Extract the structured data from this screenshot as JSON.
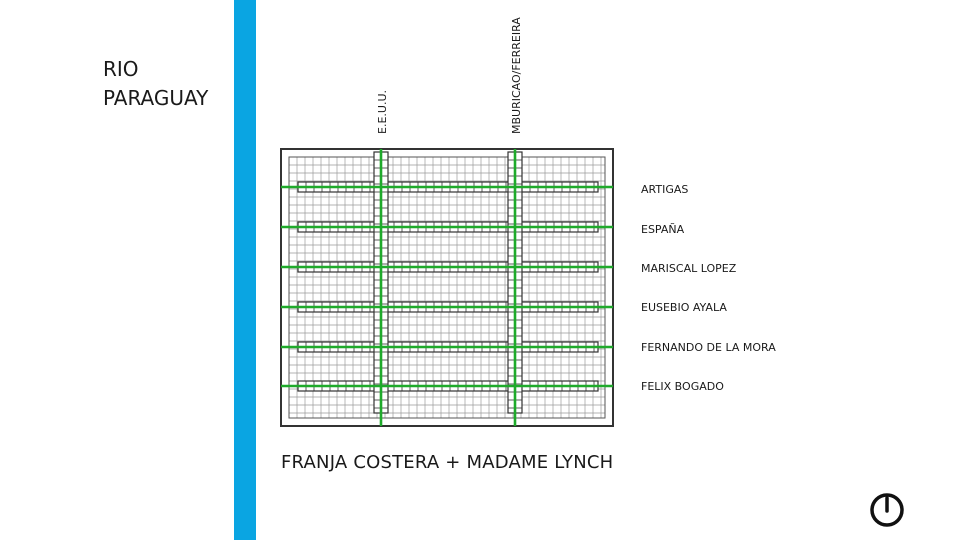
{
  "river": {
    "label_line1": "RIO",
    "label_line2": "PARAGUAY",
    "color": "#0aa5e2"
  },
  "vertical_streets": [
    "E.E.U.U.",
    "MBURICAO/FERREIRA"
  ],
  "horizontal_streets": [
    "ARTIGAS",
    "ESPAÑA",
    "MARISCAL LOPEZ",
    "EUSEBIO AYALA",
    "FERNANDO DE LA MORA",
    "FELIX BOGADO"
  ],
  "caption": "FRANJA COSTERA + MADAME LYNCH",
  "colors": {
    "street_green": "#1faa2b",
    "grid_gray": "#9a9a9a",
    "outline": "#333333"
  },
  "controls": {
    "power_icon": "power-icon"
  }
}
